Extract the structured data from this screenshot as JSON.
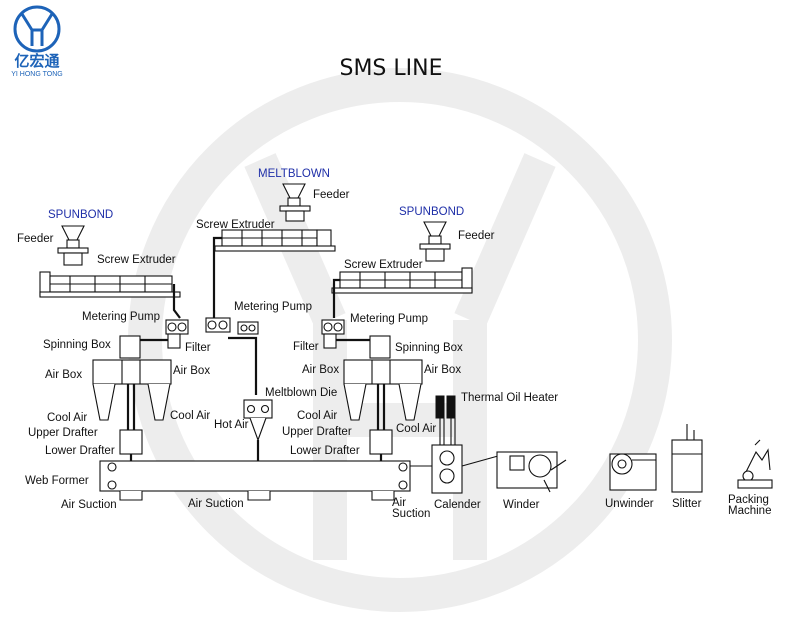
{
  "title": "SMS LINE",
  "logo": {
    "chinese": "亿宏通",
    "english": "YI HONG TONG",
    "color": "#1d63b8"
  },
  "sections": {
    "spunbond_left": "SPUNBOND",
    "meltblown": "MELTBLOWN",
    "spunbond_right": "SPUNBOND"
  },
  "labels": {
    "feeder": "Feeder",
    "screw_extruder": "Screw  Extruder",
    "metering_pump": "Metering Pump",
    "spinning_box": "Spinning Box",
    "filter": "Filter",
    "air_box": "Air Box",
    "cool_air": "Cool Air",
    "upper_drafter": "Upper Drafter",
    "lower_drafter": "Lower Drafter",
    "web_former": "Web Former",
    "air_suction": "Air Suction",
    "air": "Air",
    "suction": "Suction",
    "meltblown_die": "Meltblown Die",
    "hot_air": "Hot Air",
    "thermal_oil_heater": "Thermal Oil Heater",
    "calender": "Calender",
    "winder": "Winder",
    "unwinder": "Unwinder",
    "slitter": "Slitter",
    "packing": "Packing",
    "machine": "Machine"
  },
  "colors": {
    "section_label": "#1f2fa8",
    "line": "#111111",
    "watermark": "#ececec"
  }
}
